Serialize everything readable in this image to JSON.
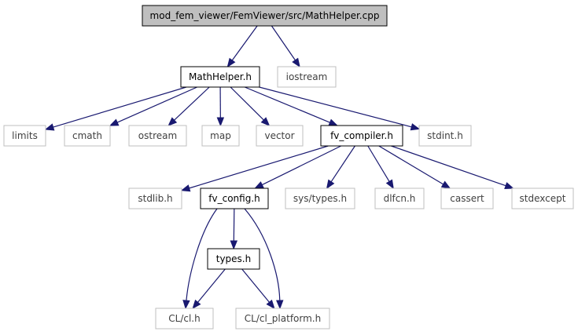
{
  "graph": {
    "nodes": [
      {
        "id": "root",
        "label": "mod_fem_viewer/FemViewer/src/MathHelper.cpp",
        "kind": "root"
      },
      {
        "id": "mathhelper_h",
        "label": "MathHelper.h",
        "kind": "documented"
      },
      {
        "id": "iostream",
        "label": "iostream",
        "kind": "external"
      },
      {
        "id": "limits",
        "label": "limits",
        "kind": "external"
      },
      {
        "id": "cmath",
        "label": "cmath",
        "kind": "external"
      },
      {
        "id": "ostream",
        "label": "ostream",
        "kind": "external"
      },
      {
        "id": "map",
        "label": "map",
        "kind": "external"
      },
      {
        "id": "vector",
        "label": "vector",
        "kind": "external"
      },
      {
        "id": "fv_compiler_h",
        "label": "fv_compiler.h",
        "kind": "documented"
      },
      {
        "id": "stdint_h",
        "label": "stdint.h",
        "kind": "external"
      },
      {
        "id": "stdlib_h",
        "label": "stdlib.h",
        "kind": "external"
      },
      {
        "id": "fv_config_h",
        "label": "fv_config.h",
        "kind": "documented"
      },
      {
        "id": "sys_types_h",
        "label": "sys/types.h",
        "kind": "external"
      },
      {
        "id": "dlfcn_h",
        "label": "dlfcn.h",
        "kind": "external"
      },
      {
        "id": "cassert",
        "label": "cassert",
        "kind": "external"
      },
      {
        "id": "stdexcept",
        "label": "stdexcept",
        "kind": "external"
      },
      {
        "id": "types_h",
        "label": "types.h",
        "kind": "documented"
      },
      {
        "id": "cl_h",
        "label": "CL/cl.h",
        "kind": "external"
      },
      {
        "id": "cl_platform_h",
        "label": "CL/cl_platform.h",
        "kind": "external"
      }
    ],
    "edges": [
      {
        "from": "root",
        "to": "mathhelper_h"
      },
      {
        "from": "root",
        "to": "iostream"
      },
      {
        "from": "mathhelper_h",
        "to": "limits"
      },
      {
        "from": "mathhelper_h",
        "to": "cmath"
      },
      {
        "from": "mathhelper_h",
        "to": "ostream"
      },
      {
        "from": "mathhelper_h",
        "to": "map"
      },
      {
        "from": "mathhelper_h",
        "to": "vector"
      },
      {
        "from": "mathhelper_h",
        "to": "fv_compiler_h"
      },
      {
        "from": "mathhelper_h",
        "to": "stdint_h"
      },
      {
        "from": "fv_compiler_h",
        "to": "stdlib_h"
      },
      {
        "from": "fv_compiler_h",
        "to": "fv_config_h"
      },
      {
        "from": "fv_compiler_h",
        "to": "sys_types_h"
      },
      {
        "from": "fv_compiler_h",
        "to": "dlfcn_h"
      },
      {
        "from": "fv_compiler_h",
        "to": "cassert"
      },
      {
        "from": "fv_compiler_h",
        "to": "stdexcept"
      },
      {
        "from": "fv_config_h",
        "to": "types_h"
      },
      {
        "from": "fv_config_h",
        "to": "cl_h"
      },
      {
        "from": "fv_config_h",
        "to": "cl_platform_h"
      },
      {
        "from": "types_h",
        "to": "cl_h"
      },
      {
        "from": "types_h",
        "to": "cl_platform_h"
      }
    ]
  },
  "colors": {
    "edge": "#191970",
    "root_fill": "#bfbfbf",
    "root_border": "#000000",
    "documented_border": "#000000",
    "external_border": "#bfbfbf",
    "node_fill": "#ffffff",
    "documented_text": "#000000",
    "external_text": "#404040"
  }
}
